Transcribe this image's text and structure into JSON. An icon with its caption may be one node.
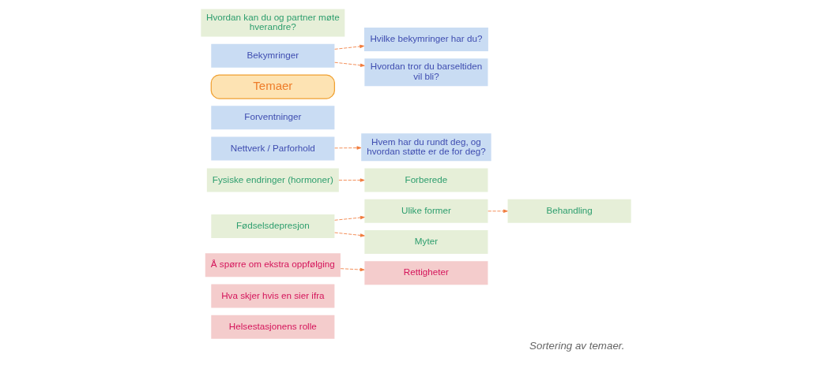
{
  "diagram": {
    "caption": "Sortering av temaer.",
    "nodes": [
      {
        "text": [
          "Temaer"
        ]
      },
      {
        "text": [
          "Forventninger"
        ]
      },
      {
        "text": [
          "Bekymringer"
        ]
      },
      {
        "text": [
          "Hvilke bekymringer har du?"
        ]
      },
      {
        "text": [
          "Hvordan tror du barseltiden vil bli?"
        ]
      },
      {
        "text": [
          "Nettverk / Parforhold"
        ]
      },
      {
        "text": [
          "Hvem har du rundt deg, og hvordan støtte er de for deg?"
        ]
      },
      {
        "text": [
          "Hvordan kan du og partner møte hverandre?"
        ]
      },
      {
        "text": [
          "Fysiske endringer (hormoner)"
        ]
      },
      {
        "text": [
          "Forberede"
        ]
      },
      {
        "text": [
          "Fødselsdepresjon"
        ]
      },
      {
        "text": [
          "Ulike former"
        ]
      },
      {
        "text": [
          "Myter"
        ]
      },
      {
        "text": [
          "Behandling"
        ]
      },
      {
        "text": [
          "Rettigheter"
        ]
      },
      {
        "text": [
          "Å spørre om ekstra oppfølging"
        ]
      },
      {
        "text": [
          "Hva skjer hvis en sier ifra"
        ]
      },
      {
        "text": [
          "Helsestasjonens rolle"
        ]
      }
    ],
    "edges": [
      {
        "from": 2,
        "to": 3,
        "arrow": "to",
        "style": "dashed"
      },
      {
        "from": 2,
        "to": 4,
        "arrow": "to",
        "style": "dashed"
      },
      {
        "from": 5,
        "to": 6,
        "arrow": "to",
        "style": "dashed"
      },
      {
        "from": 8,
        "to": 9,
        "arrow": "to",
        "style": "dashed"
      },
      {
        "from": 10,
        "to": 11,
        "arrow": "to",
        "style": "dashed"
      },
      {
        "from": 10,
        "to": 12,
        "arrow": "to",
        "style": "dashed"
      },
      {
        "from": 11,
        "to": 13,
        "arrow": "to",
        "style": "dashed"
      },
      {
        "from": 15,
        "to": 14,
        "arrow": "to",
        "style": "dashed"
      }
    ]
  }
}
